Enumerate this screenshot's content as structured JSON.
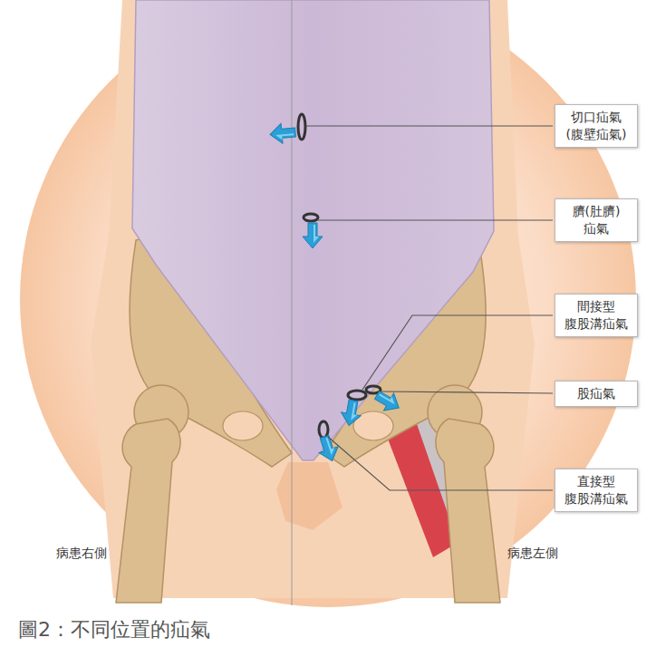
{
  "diagram": {
    "caption": "圖2：不同位置的疝氣",
    "nodes": [
      {
        "text": [
          "切口疝氣 (腹壁疝氣)"
        ]
      },
      {
        "text": [
          "臍(肚臍) 疝氣"
        ]
      },
      {
        "text": [
          "間接型 腹股溝疝氣"
        ]
      },
      {
        "text": [
          "股疝氣"
        ]
      },
      {
        "text": [
          "直接型 腹股溝疝氣"
        ]
      }
    ],
    "labels": [
      "病患右側",
      "病患左側"
    ]
  }
}
